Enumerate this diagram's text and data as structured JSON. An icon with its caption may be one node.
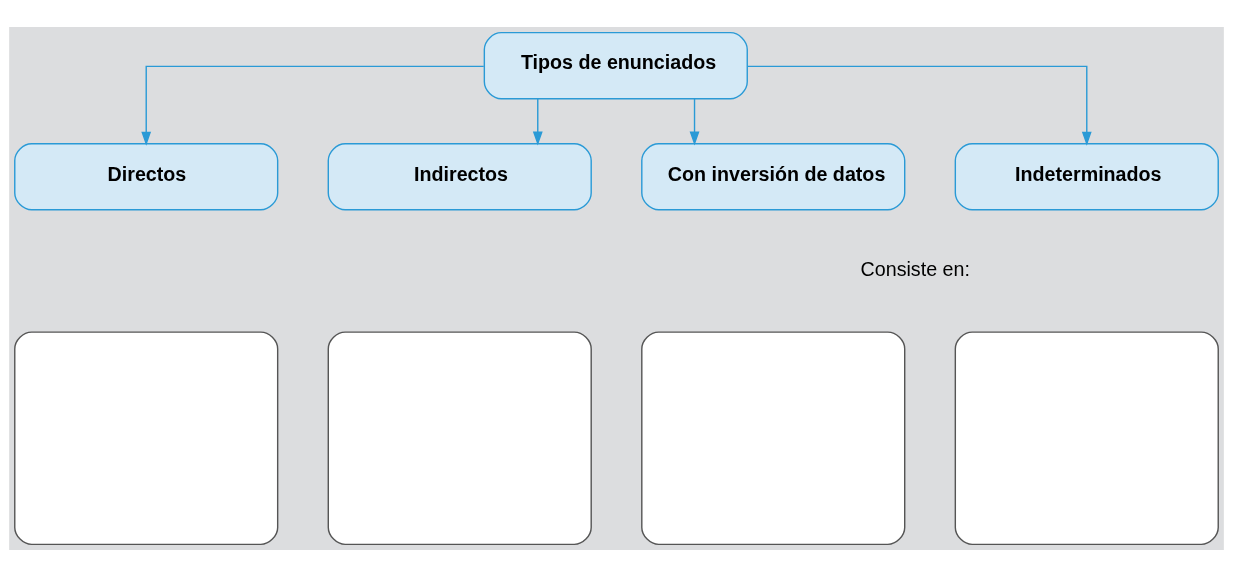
{
  "diagram": {
    "nodes": [
      {
        "text": [
          "Tipos de enunciados"
        ]
      },
      {
        "text": [
          "Directos"
        ]
      },
      {
        "text": [
          "Indirectos"
        ]
      },
      {
        "text": [
          "Con inversión de datos"
        ]
      },
      {
        "text": [
          "Indeterminados"
        ]
      },
      {
        "text": [],
        "shape": "box"
      },
      {
        "text": [],
        "shape": "box"
      },
      {
        "text": [],
        "shape": "box"
      },
      {
        "text": [],
        "shape": "box"
      }
    ],
    "edges": [
      {
        "from": 0,
        "to": 1,
        "arrow": "to"
      },
      {
        "from": 0,
        "to": 2,
        "arrow": "to"
      },
      {
        "from": 0,
        "to": 3,
        "arrow": "to"
      },
      {
        "from": 0,
        "to": 4,
        "arrow": "to"
      }
    ],
    "labels": [
      "Consiste en:"
    ]
  }
}
